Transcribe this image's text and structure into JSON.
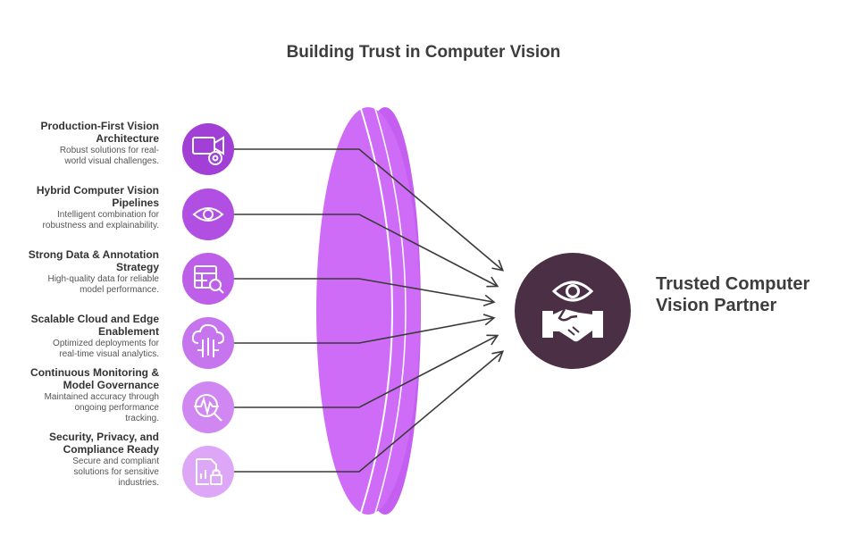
{
  "title": "Building Trust in Computer Vision",
  "colors": {
    "lens": "#cf6cf7",
    "lens_edge": "#b34fe6",
    "result_circle": "#4a2f45",
    "arrow": "#3a3a3a",
    "icon_circles": [
      "#a13fd6",
      "#b04fe2",
      "#bd5fe8",
      "#c775ee",
      "#d087f2",
      "#dea6f6"
    ]
  },
  "items": [
    {
      "title": "Production-First Vision Architecture",
      "title_lines": [
        "Production-First Vision",
        "Architecture"
      ],
      "desc_lines": [
        "Robust solutions for real-",
        "world visual challenges."
      ],
      "icon": "video-camera-icon"
    },
    {
      "title": "Hybrid Computer Vision Pipelines",
      "title_lines": [
        "Hybrid Computer Vision",
        "Pipelines"
      ],
      "desc_lines": [
        "Intelligent combination for",
        "robustness and explainability."
      ],
      "icon": "eye-icon"
    },
    {
      "title": "Strong Data & Annotation Strategy",
      "title_lines": [
        "Strong Data & Annotation",
        "Strategy"
      ],
      "desc_lines": [
        "High-quality data for reliable",
        "model performance."
      ],
      "icon": "table-search-icon"
    },
    {
      "title": "Scalable Cloud and Edge Enablement",
      "title_lines": [
        "Scalable Cloud and Edge",
        "Enablement"
      ],
      "desc_lines": [
        "Optimized deployments for",
        "real-time visual analytics."
      ],
      "icon": "cloud-circuit-icon"
    },
    {
      "title": "Continuous Monitoring & Model Governance",
      "title_lines": [
        "Continuous Monitoring &",
        "Model Governance"
      ],
      "desc_lines": [
        "Maintained accuracy through",
        "ongoing performance",
        "tracking."
      ],
      "icon": "heartbeat-search-icon"
    },
    {
      "title": "Security, Privacy, and Compliance Ready",
      "title_lines": [
        "Security, Privacy, and",
        "Compliance Ready"
      ],
      "desc_lines": [
        "Secure and compliant",
        "solutions for sensitive",
        "industries."
      ],
      "icon": "document-lock-icon"
    }
  ],
  "result": {
    "label_lines": [
      "Trusted Computer",
      "Vision Partner"
    ],
    "icon": "eye-handshake-icon"
  }
}
